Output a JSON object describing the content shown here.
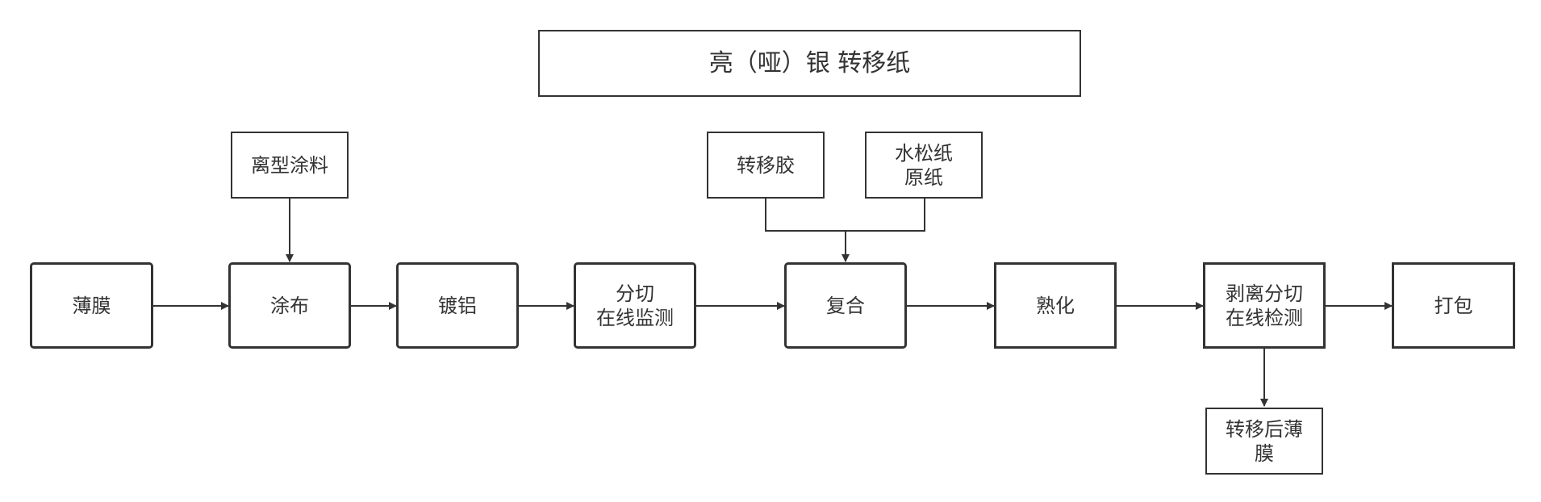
{
  "title": "亮（哑）银 转移纸",
  "materials": {
    "release_coating": "离型涂料",
    "transfer_glue": "转移胶",
    "base_paper": "水松纸\n原纸",
    "transferred_film": "转移后薄\n膜"
  },
  "process": {
    "film": "薄膜",
    "coating": "涂布",
    "aluminizing": "镀铝",
    "slitting_inspection": "分切\n在线监测",
    "laminating": "复合",
    "curing": "熟化",
    "peeling_slitting_inspection": "剥离分切\n在线检测",
    "packing": "打包"
  },
  "colors": {
    "stroke": "#333333",
    "background": "#ffffff"
  }
}
